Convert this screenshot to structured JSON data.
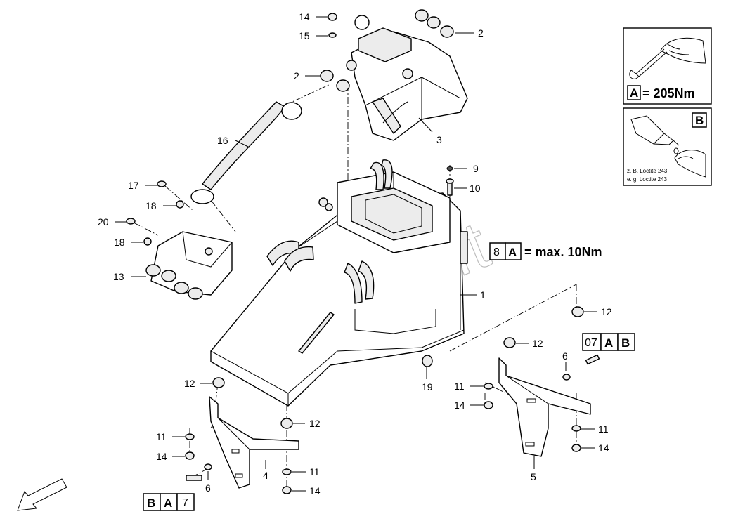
{
  "callouts": [
    {
      "id": "c14a",
      "text": "14"
    },
    {
      "id": "c15",
      "text": "15"
    },
    {
      "id": "c2a",
      "text": "2"
    },
    {
      "id": "c2b",
      "text": "2"
    },
    {
      "id": "c3",
      "text": "3"
    },
    {
      "id": "c16",
      "text": "16"
    },
    {
      "id": "c17",
      "text": "17"
    },
    {
      "id": "c18a",
      "text": "18"
    },
    {
      "id": "c20",
      "text": "20"
    },
    {
      "id": "c18b",
      "text": "18"
    },
    {
      "id": "c13",
      "text": "13"
    },
    {
      "id": "c9",
      "text": "9"
    },
    {
      "id": "c10",
      "text": "10"
    },
    {
      "id": "c1",
      "text": "1"
    },
    {
      "id": "c12a",
      "text": "12"
    },
    {
      "id": "c12b",
      "text": "12"
    },
    {
      "id": "c6a",
      "text": "6"
    },
    {
      "id": "c11a",
      "text": "11"
    },
    {
      "id": "c14b",
      "text": "14"
    },
    {
      "id": "c19",
      "text": "19"
    },
    {
      "id": "c12c",
      "text": "12"
    },
    {
      "id": "c12d",
      "text": "12"
    },
    {
      "id": "c11b",
      "text": "11"
    },
    {
      "id": "c14c",
      "text": "14"
    },
    {
      "id": "c6b",
      "text": "6"
    },
    {
      "id": "c4",
      "text": "4"
    },
    {
      "id": "c11c",
      "text": "11"
    },
    {
      "id": "c14d",
      "text": "14"
    },
    {
      "id": "c5",
      "text": "5"
    },
    {
      "id": "c11d",
      "text": "11"
    },
    {
      "id": "c14e",
      "text": "14"
    }
  ],
  "torque_note_8": {
    "num": "8",
    "letter": "A",
    "text": "= max. 10Nm"
  },
  "ref_box_07": {
    "num": "07",
    "a": "A",
    "b": "B"
  },
  "ref_box_7": {
    "b": "B",
    "a": "A",
    "num": "7"
  },
  "legend": {
    "box_a_letter": "A",
    "box_a_text": "= 205Nm",
    "box_b_letter": "B",
    "loctite_line1": "z. B. Loctite 243",
    "loctite_line2": "e. g. Loctite 243"
  },
  "watermark": "AutoSoft",
  "icons": [
    "wrench-hand-icon",
    "glue-bottle-icon",
    "direction-arrow-icon"
  ]
}
